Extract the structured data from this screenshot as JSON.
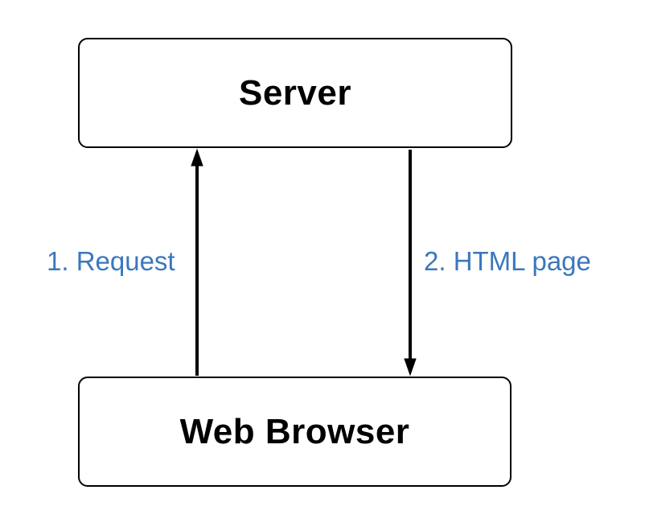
{
  "diagram": {
    "type": "flow",
    "background": "#ffffff",
    "nodes": [
      {
        "id": "server",
        "label": "Server"
      },
      {
        "id": "web-browser",
        "label": "Web Browser"
      }
    ],
    "edges": [
      {
        "id": "request",
        "label": "1. Request",
        "from": "web-browser",
        "to": "server",
        "direction": "up",
        "label_side": "left"
      },
      {
        "id": "html-page",
        "label": "2. HTML page",
        "from": "server",
        "to": "web-browser",
        "direction": "down",
        "label_side": "right"
      }
    ],
    "colors": {
      "node_border": "#000000",
      "node_fill": "#ffffff",
      "node_text": "#000000",
      "arrow": "#000000",
      "edge_label": "#3b77bd"
    }
  }
}
